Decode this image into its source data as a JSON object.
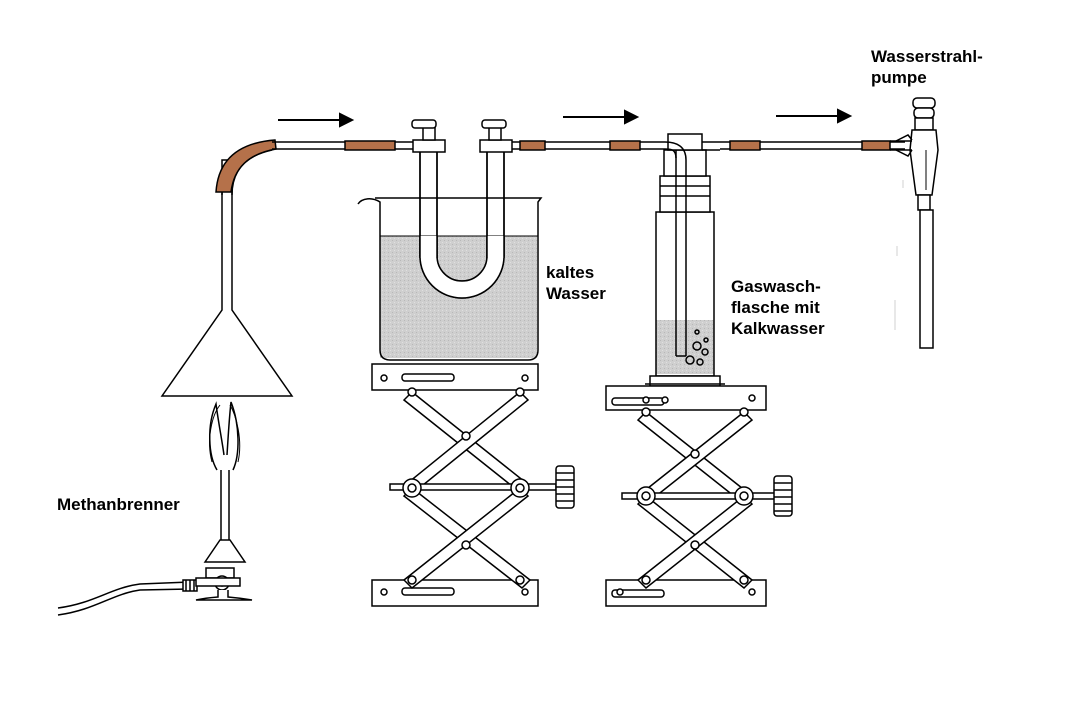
{
  "labels": {
    "burner": "Methanbrenner",
    "cold_water": [
      "kaltes",
      "Wasser"
    ],
    "gas_wash": [
      "Gaswasch-",
      "flasche mit",
      "Kalkwasser"
    ],
    "pump": [
      "Wasserstrahl-",
      "pumpe"
    ]
  },
  "colors": {
    "line": "#000000",
    "tubing": "#b5714a",
    "water": "#d0d0d0",
    "background": "#ffffff"
  },
  "flow_arrows": 3
}
